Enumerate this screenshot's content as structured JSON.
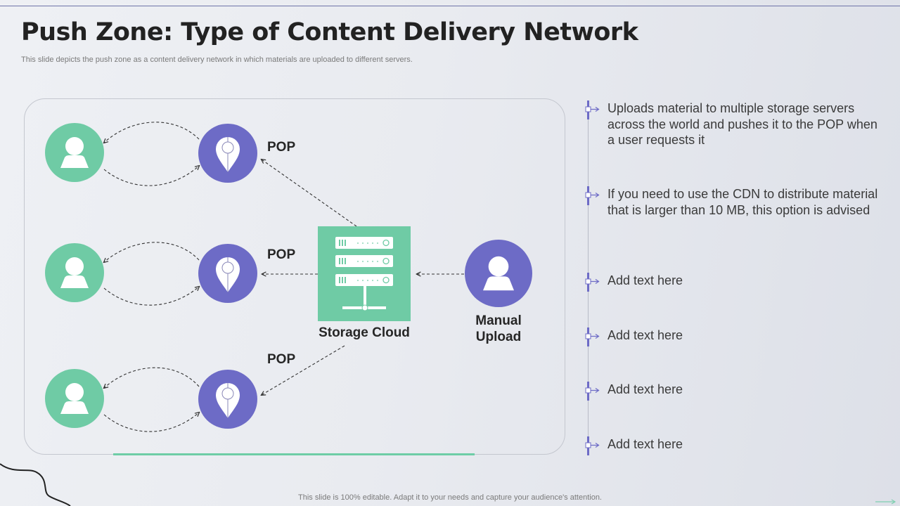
{
  "slide": {
    "title": "Push Zone: Type of Content Delivery Network",
    "subtitle": "This slide depicts the push zone as a content delivery network in which materials are uploaded to different servers.",
    "footer": "This slide is 100% editable. Adapt it to your needs and capture your audience's attention."
  },
  "colors": {
    "user_green": "#6fcba5",
    "pop_purple": "#6d6bc6",
    "timeline_accent": "#6d6bc6",
    "panel_accent": "#6ecda6"
  },
  "diagram": {
    "pops": [
      {
        "label": "POP",
        "icon": "location-pin-icon"
      },
      {
        "label": "POP",
        "icon": "location-pin-icon"
      },
      {
        "label": "POP",
        "icon": "location-pin-icon"
      }
    ],
    "users": [
      {
        "icon": "user-icon"
      },
      {
        "icon": "user-icon"
      },
      {
        "icon": "user-icon"
      }
    ],
    "storage": {
      "label": "Storage Cloud",
      "icon": "server-icon"
    },
    "uploader": {
      "label_line1": "Manual",
      "label_line2": "Upload",
      "icon": "user-icon"
    }
  },
  "points": [
    {
      "text": "Uploads material to multiple storage servers across the world and pushes it to the POP when a user requests it"
    },
    {
      "text": "If you need to use the CDN to distribute material that is larger than 10 MB, this option is advised"
    },
    {
      "text": "Add text here"
    },
    {
      "text": "Add text here"
    },
    {
      "text": "Add text here"
    },
    {
      "text": "Add text here"
    }
  ]
}
